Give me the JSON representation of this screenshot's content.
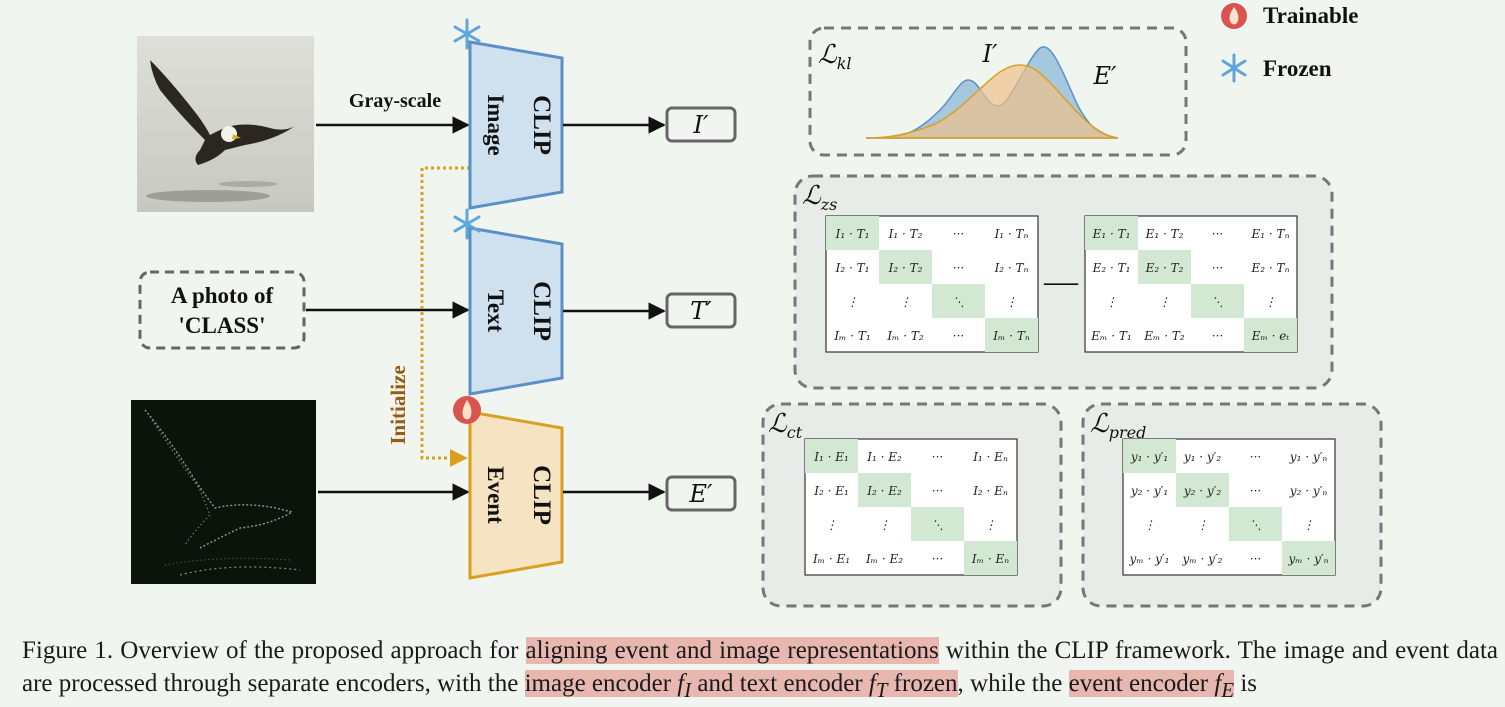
{
  "legend": {
    "trainable": "Trainable",
    "frozen": "Frozen"
  },
  "encoders": {
    "image": {
      "l1": "CLIP",
      "l2": "Image"
    },
    "text": {
      "l1": "CLIP",
      "l2": "Text"
    },
    "event": {
      "l1": "CLIP",
      "l2": "Event"
    }
  },
  "arrow_labels": {
    "grayscale": "Gray-scale",
    "initialize": "Initialize"
  },
  "prompt": {
    "l1": "A photo of",
    "l2": "'CLASS'"
  },
  "outputs": {
    "image": "I′",
    "text": "T′",
    "event": "E′"
  },
  "losses": {
    "kl": {
      "base": "ℒ",
      "sub": "kl"
    },
    "zs": {
      "base": "ℒ",
      "sub": "zs"
    },
    "ct": {
      "base": "ℒ",
      "sub": "ct"
    },
    "pred": {
      "base": "ℒ",
      "sub": "pred"
    }
  },
  "kl_labels": {
    "i": "I′",
    "e": "E′"
  },
  "matrices": {
    "zs_left": [
      [
        "I₁ · T₁",
        "I₁ · T₂",
        "···",
        "I₁ · Tₙ"
      ],
      [
        "I₂ · T₁",
        "I₂ · T₂",
        "···",
        "I₂ · Tₙ"
      ],
      [
        "⋮",
        "⋮",
        "⋱",
        "⋮"
      ],
      [
        "Iₘ · T₁",
        "Iₘ · T₂",
        "···",
        "Iₘ · Tₙ"
      ]
    ],
    "zs_right": [
      [
        "E₁ · T₁",
        "E₁ · T₂",
        "···",
        "E₁ · Tₙ"
      ],
      [
        "E₂ · T₁",
        "E₂ · T₂",
        "···",
        "E₂ · Tₙ"
      ],
      [
        "⋮",
        "⋮",
        "⋱",
        "⋮"
      ],
      [
        "Eₘ · T₁",
        "Eₘ · T₂",
        "···",
        "Eₘ · eₜ"
      ]
    ],
    "ct": [
      [
        "I₁ · E₁",
        "I₁ · E₂",
        "···",
        "I₁ · Eₙ"
      ],
      [
        "I₂ · E₁",
        "I₂ · E₂",
        "···",
        "I₂ · Eₙ"
      ],
      [
        "⋮",
        "⋮",
        "⋱",
        "⋮"
      ],
      [
        "Iₘ · E₁",
        "Iₘ · E₂",
        "···",
        "Iₘ · Eₙ"
      ]
    ],
    "pred": [
      [
        "y₁ · y′₁",
        "y₁ · y′₂",
        "···",
        "y₁ · y′ₙ"
      ],
      [
        "y₂ · y′₁",
        "y₂ · y′₂",
        "···",
        "y₂ · y′ₙ"
      ],
      [
        "⋮",
        "⋮",
        "⋱",
        "⋮"
      ],
      [
        "yₘ · y′₁",
        "yₘ · y′₂",
        "···",
        "yₘ · y′ₙ"
      ]
    ]
  },
  "minus": "—",
  "caption": {
    "p1": "Figure 1. Overview of the proposed approach for ",
    "h1": "aligning event and image representations",
    "p2": " within the CLIP framework. The image and event data are processed through separate encoders, with the ",
    "h2a": "image encoder ",
    "f1": "f",
    "s1": "I",
    "h2b": " and text encoder ",
    "f2": "f",
    "s2": "T",
    "h2c": " frozen",
    "p3": ", while the ",
    "h3a": "event encoder ",
    "f3": "f",
    "s3": "E",
    "p4": " is"
  },
  "colors": {
    "background": "#f0f5f0",
    "clip_blue_fill": "#cfe0ef",
    "clip_blue_stroke": "#5b8fc7",
    "event_fill": "#f6e3c2",
    "event_stroke": "#d9a020",
    "diag_green": "#d3e8d3",
    "dotted_orange": "#d9a020",
    "kl_blue": "#8db8d8",
    "kl_orange": "#f0c08a",
    "flame": "#d9534f",
    "snow": "#5ea6dc",
    "highlight": "#e8b7b0"
  }
}
